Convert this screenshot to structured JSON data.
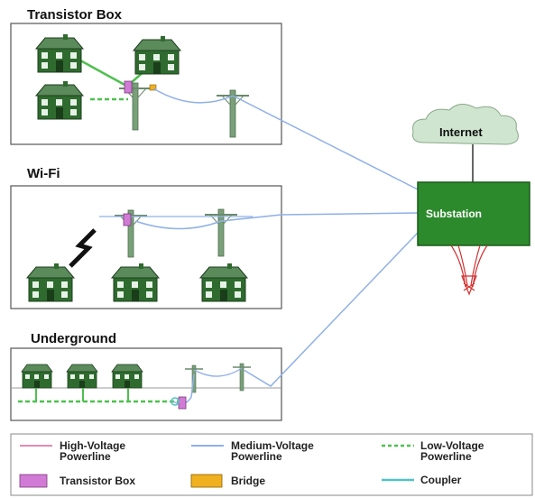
{
  "sections": {
    "transistor_box": {
      "title": "Transistor Box"
    },
    "wifi": {
      "title": "Wi-Fi"
    },
    "underground": {
      "title": "Underground"
    }
  },
  "nodes": {
    "internet": "Internet",
    "substation": "Substation"
  },
  "legend": {
    "high_voltage": [
      "High-Voltage",
      "Powerline"
    ],
    "medium_voltage": [
      "Medium-Voltage",
      "Powerline"
    ],
    "low_voltage": [
      "Low-Voltage",
      "Powerline"
    ],
    "transistor_box": "Transistor Box",
    "bridge": "Bridge",
    "coupler": "Coupler"
  },
  "colors": {
    "high_voltage": "#e58ab4",
    "medium_voltage": "#8fb0e8",
    "low_voltage": "#4ec04e",
    "transistor_box": "#d27bd6",
    "bridge": "#f0b020",
    "coupler": "#53c2c2",
    "substation": "#2c8a2c",
    "house": "#2f6b2f",
    "pole": "#7aa07a"
  }
}
